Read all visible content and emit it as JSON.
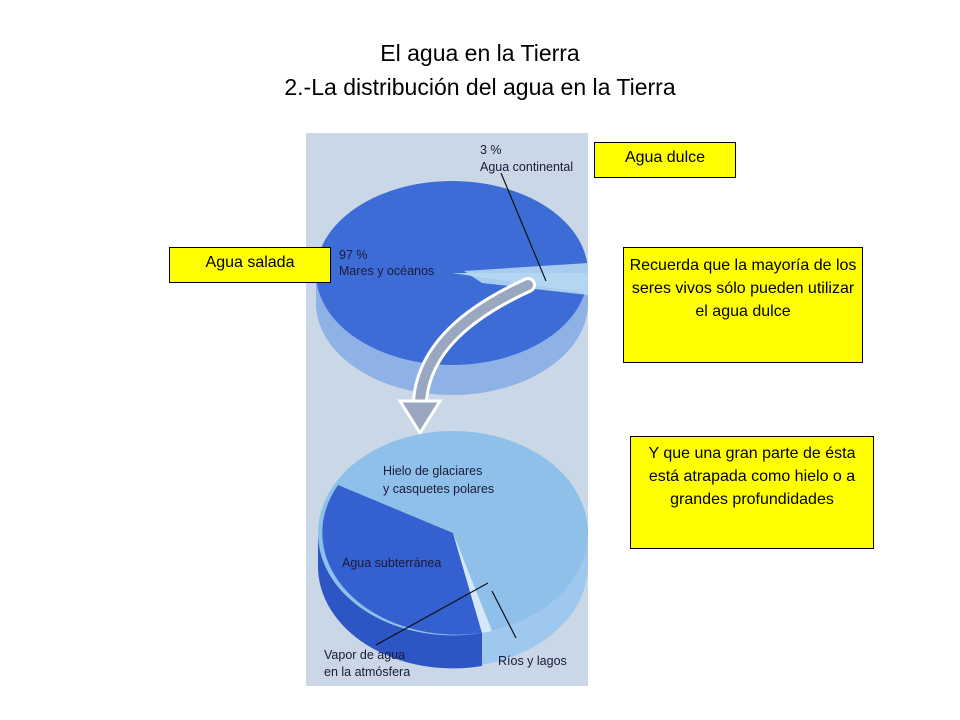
{
  "header": {
    "title": "El agua en la Tierra",
    "subtitle": "2.-La distribución del agua en la Tierra"
  },
  "notes": {
    "agua_dulce": "Agua dulce",
    "agua_salada": "Agua salada",
    "recuerda": "Recuerda que la mayoría de los seres vivos sólo pueden utilizar el agua dulce",
    "hielo": "Y que una gran parte de ésta está atrapada como hielo o a grandes profundidades"
  },
  "figure": {
    "top_pie": {
      "continental_pct": "3 %",
      "continental_label": "Agua continental",
      "ocean_pct": "97 %",
      "ocean_label": "Mares y océanos"
    },
    "bottom_pie": {
      "glaciers_line1": "Hielo de glaciares",
      "glaciers_line2": "y casquetes polares",
      "groundwater": "Agua subterránea",
      "vapor_line1": "Vapor de agua",
      "vapor_line2": "en la atmósfera",
      "rivers": "Ríos y lagos"
    }
  },
  "colors": {
    "note_bg": "#ffff00",
    "ocean": "#3d6fd8",
    "ice": "#8ec0ea",
    "groundwater": "#3560d0"
  }
}
